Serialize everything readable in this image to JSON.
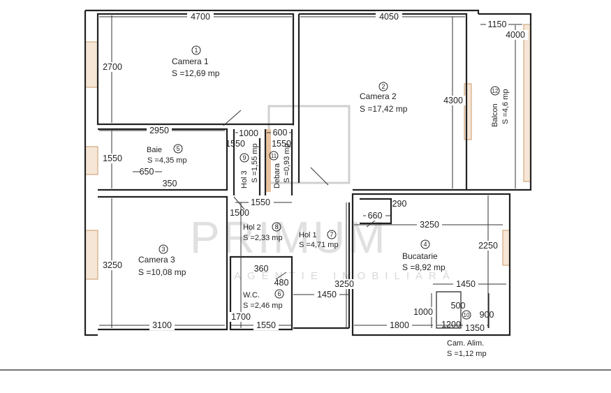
{
  "watermark": {
    "brand": "PRIMUM",
    "tagline": "AGENTIE IMOBILIARĂ"
  },
  "rooms": {
    "camera1": {
      "no": "1",
      "name": "Camera 1",
      "area": "S =12,69 mp"
    },
    "camera2": {
      "no": "2",
      "name": "Camera 2",
      "area": "S =17,42 mp"
    },
    "camera3": {
      "no": "3",
      "name": "Camera 3",
      "area": "S =10,08 mp"
    },
    "bucatarie": {
      "no": "4",
      "name": "Bucatarie",
      "area": "S =8,92 mp"
    },
    "baie": {
      "no": "5",
      "name": "Baie",
      "area": "S =4,35 mp"
    },
    "wc": {
      "no": "6",
      "name": "W.C.",
      "area": "S =2,46 mp"
    },
    "hol1": {
      "no": "7",
      "name": "Hol 1",
      "area": "S =4,71 mp"
    },
    "hol2": {
      "no": "8",
      "name": "Hol 2",
      "area": "S =2,33 mp"
    },
    "hol3": {
      "no": "9",
      "name": "Hol 3",
      "area": "S =1,55 mp"
    },
    "camalim": {
      "no": "10",
      "name": "Cam. Alim.",
      "area": "S =1,12 mp"
    },
    "debara": {
      "no": "11",
      "name": "Debara",
      "area": "S =0,93 mp"
    },
    "balcon": {
      "no": "12",
      "name": "Balcon",
      "area": "S =4,6 mp"
    }
  },
  "dims": {
    "c1_w": "4700",
    "c2_w": "4050",
    "bal_w": "1150",
    "bal_h": "4000",
    "c1_h": "2700",
    "c2_h": "4300",
    "baie_w": "2950",
    "hol3_w": "1000",
    "deb_w": "600",
    "hol3_h": "1550",
    "deb_h": "1550",
    "baie_h": "1550",
    "baie_650": "650",
    "baie_350": "350",
    "hol_1550": "1550",
    "hol_1500": "1500",
    "buc_290": "290",
    "buc_660": "660",
    "buc_w": "3250",
    "c3_h": "3250",
    "buc_h": "2250",
    "wc_360": "360",
    "wc_480": "480",
    "hol1_h": "3250",
    "hol1_w": "1450",
    "buc_1450": "1450",
    "ca_500": "500",
    "ca_1000": "1000",
    "ca_900": "900",
    "wc_h": "1700",
    "c3_w": "3100",
    "wc_w": "1550",
    "buc_1800": "1800",
    "ca_1200": "1200",
    "ca_1350": "1350"
  }
}
